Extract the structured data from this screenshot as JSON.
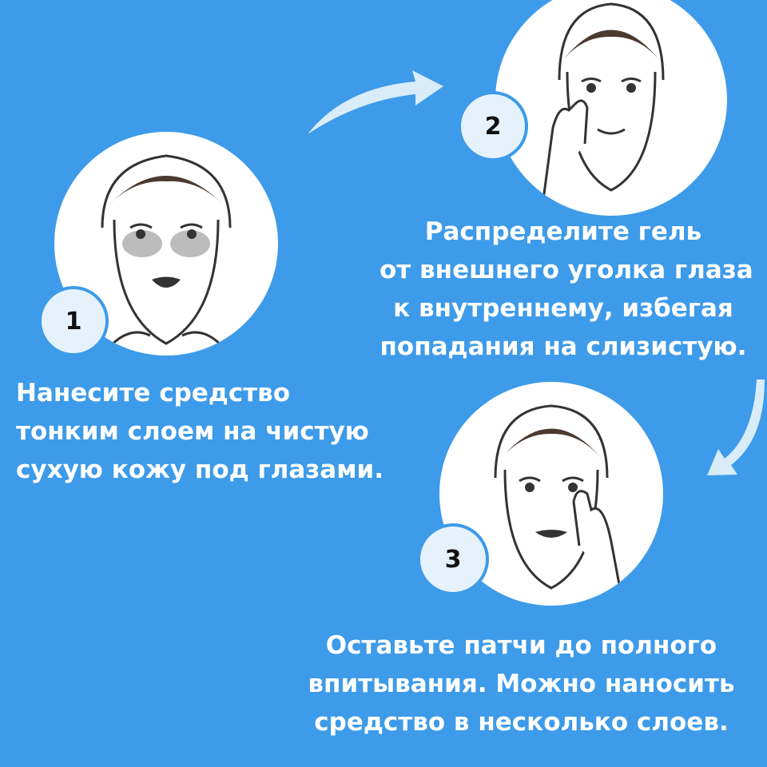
{
  "colors": {
    "background": "#3d9be9",
    "circle": "#ffffff",
    "badge": "#e6f2fb",
    "arrow": "#d8ecfa",
    "text": "#ffffff"
  },
  "steps": [
    {
      "number": "1",
      "lines": [
        "Нанесите средство",
        "тонким слоем на чистую",
        "сухую кожу под глазами."
      ]
    },
    {
      "number": "2",
      "lines": [
        "Распределите гель",
        "от внешнего уголка глаза",
        "к внутреннему, избегая",
        "попадания на слизистую."
      ]
    },
    {
      "number": "3",
      "lines": [
        "Оставьте патчи до полного",
        "впитывания. Можно наносить",
        "средство в несколько слоев."
      ]
    }
  ],
  "icons": [
    "face-with-eye-patches",
    "face-with-hand-at-eye",
    "face-with-hand-on-cheek",
    "curved-arrow"
  ]
}
